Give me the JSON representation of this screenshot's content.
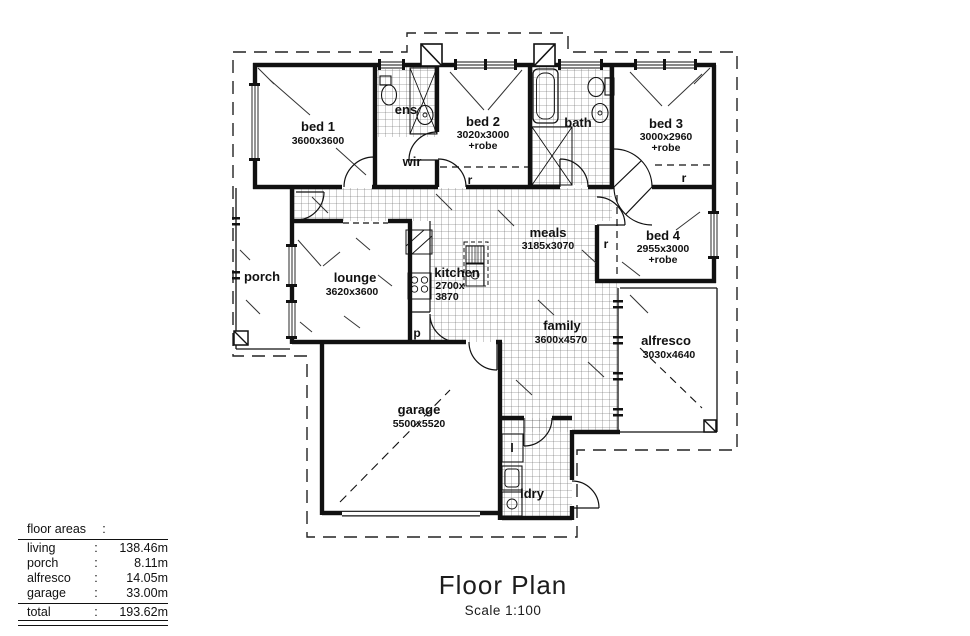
{
  "title": {
    "name": "Floor Plan",
    "scale": "Scale 1:100"
  },
  "floor_areas": {
    "header_label": "floor areas",
    "header_colon": ":",
    "rows": [
      {
        "label": "living",
        "colon": ":",
        "value": "138.46m"
      },
      {
        "label": "porch",
        "colon": ":",
        "value": "8.11m"
      },
      {
        "label": "alfresco",
        "colon": ":",
        "value": "14.05m"
      },
      {
        "label": "garage",
        "colon": ":",
        "value": "33.00m"
      }
    ],
    "total": {
      "label": "total",
      "colon": ":",
      "value": "193.62m"
    }
  },
  "rooms": {
    "bed1": {
      "name": "bed 1",
      "dims": "3600x3600"
    },
    "ens": {
      "name": "ens"
    },
    "wir": {
      "name": "wir"
    },
    "bed2": {
      "name": "bed 2",
      "dims": "3020x3000",
      "extra": "+robe"
    },
    "bath": {
      "name": "bath"
    },
    "bed3": {
      "name": "bed 3",
      "dims": "3000x2960",
      "extra": "+robe"
    },
    "bed4": {
      "name": "bed 4",
      "dims": "2955x3000",
      "extra": "+robe"
    },
    "meals": {
      "name": "meals",
      "dims": "3185x3070"
    },
    "kitchen": {
      "name": "kitchen",
      "dims_line1": "2700x",
      "dims_line2": "3870"
    },
    "lounge": {
      "name": "lounge",
      "dims": "3620x3600"
    },
    "porch": {
      "name": "porch"
    },
    "family": {
      "name": "family",
      "dims": "3600x4570"
    },
    "alfresco": {
      "name": "alfresco",
      "dims": "3030x4640"
    },
    "garage": {
      "name": "garage",
      "dims": "5500x5520"
    },
    "ldry": {
      "name": "ldry"
    }
  },
  "markers": {
    "robe": "r",
    "pantry": "p",
    "linen": "l"
  },
  "colors": {
    "ink": "#111111",
    "paper": "#ffffff"
  }
}
